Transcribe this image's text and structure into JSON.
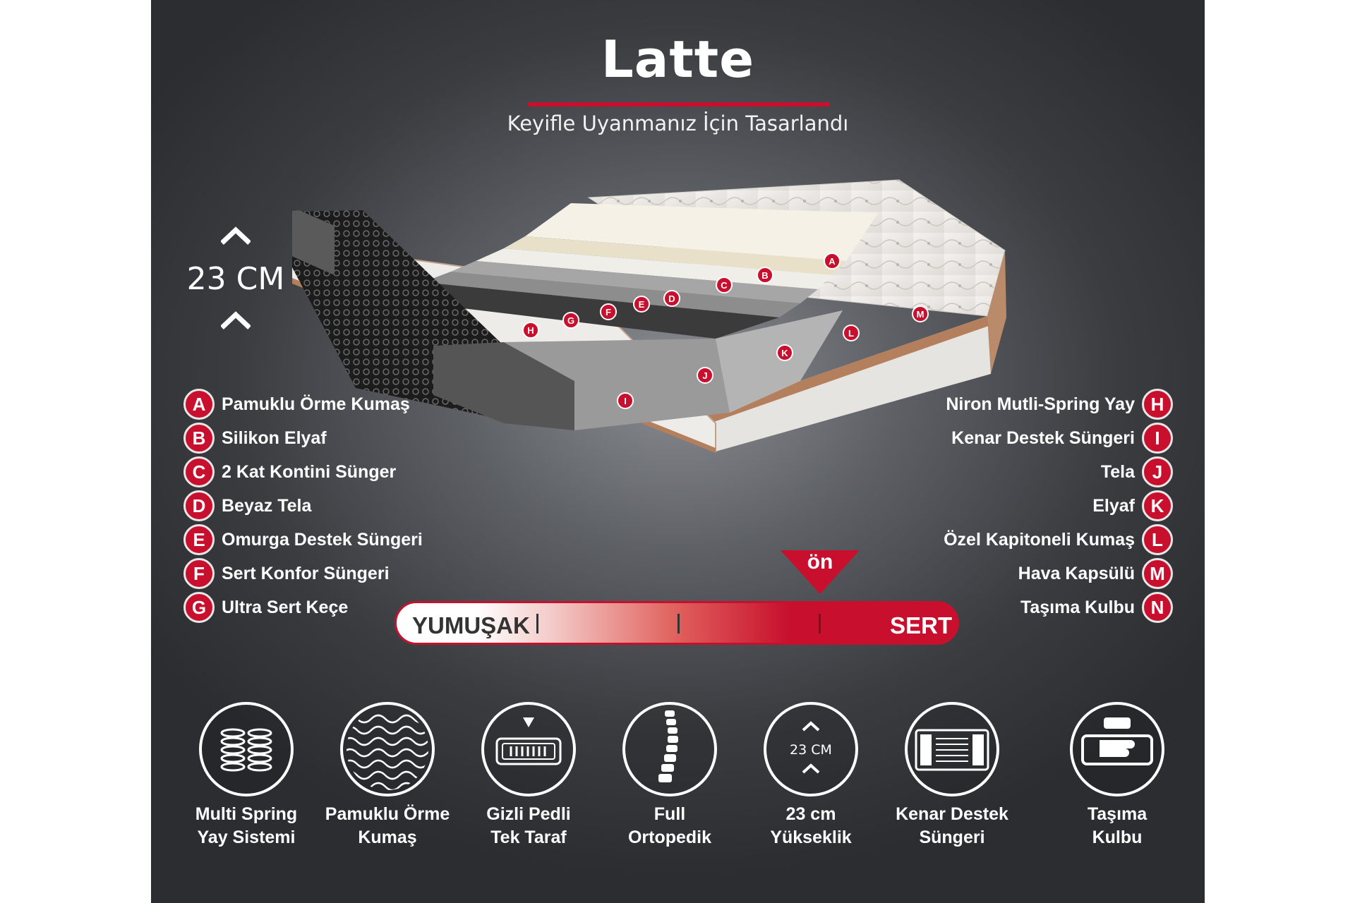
{
  "header": {
    "title": "Latte",
    "subtitle": "Keyifle Uyanmanız İçin Tasarlandı"
  },
  "height_badge": {
    "label": "23 CM"
  },
  "legend_left": [
    {
      "key": "A",
      "label": "Pamuklu Örme Kumaş"
    },
    {
      "key": "B",
      "label": "Silikon Elyaf"
    },
    {
      "key": "C",
      "label": "2 Kat Kontini Sünger"
    },
    {
      "key": "D",
      "label": "Beyaz Tela"
    },
    {
      "key": "E",
      "label": "Omurga Destek Süngeri"
    },
    {
      "key": "F",
      "label": "Sert Konfor Süngeri"
    },
    {
      "key": "G",
      "label": "Ultra Sert Keçe"
    }
  ],
  "legend_right": [
    {
      "key": "H",
      "label": "Niron Mutli-Spring Yay"
    },
    {
      "key": "I",
      "label": "Kenar Destek Süngeri"
    },
    {
      "key": "J",
      "label": "Tela"
    },
    {
      "key": "K",
      "label": "Elyaf"
    },
    {
      "key": "L",
      "label": "Özel Kapitoneli Kumaş"
    },
    {
      "key": "M",
      "label": "Hava Kapsülü"
    },
    {
      "key": "N",
      "label": "Taşıma Kulbu"
    }
  ],
  "firmness_scale": {
    "soft_label": "YUMUŞAK",
    "hard_label": "SERT",
    "marker_label": "ön",
    "marker_level_percent": 75
  },
  "colors": {
    "accent": "#c8102e",
    "background": "#3c3e42",
    "text": "#ffffff"
  },
  "features": [
    {
      "icon": "multi-spring-icon",
      "line1": "Multi Spring",
      "line2": "Yay Sistemi"
    },
    {
      "icon": "knit-fabric-icon",
      "line1": "Pamuklu Örme",
      "line2": "Kumaş"
    },
    {
      "icon": "hidden-pad-icon",
      "line1": "Gizli Pedli",
      "line2": "Tek Taraf"
    },
    {
      "icon": "spine-icon",
      "line1": "Full",
      "line2": "Ortopedik"
    },
    {
      "icon": "height-icon",
      "icon_text": "23 CM",
      "line1": "23 cm",
      "line2": "Yükseklik"
    },
    {
      "icon": "edge-support-icon",
      "line1": "Kenar Destek",
      "line2": "Süngeri"
    },
    {
      "icon": "carry-handle-icon",
      "line1": "Taşıma",
      "line2": "Kulbu"
    }
  ]
}
